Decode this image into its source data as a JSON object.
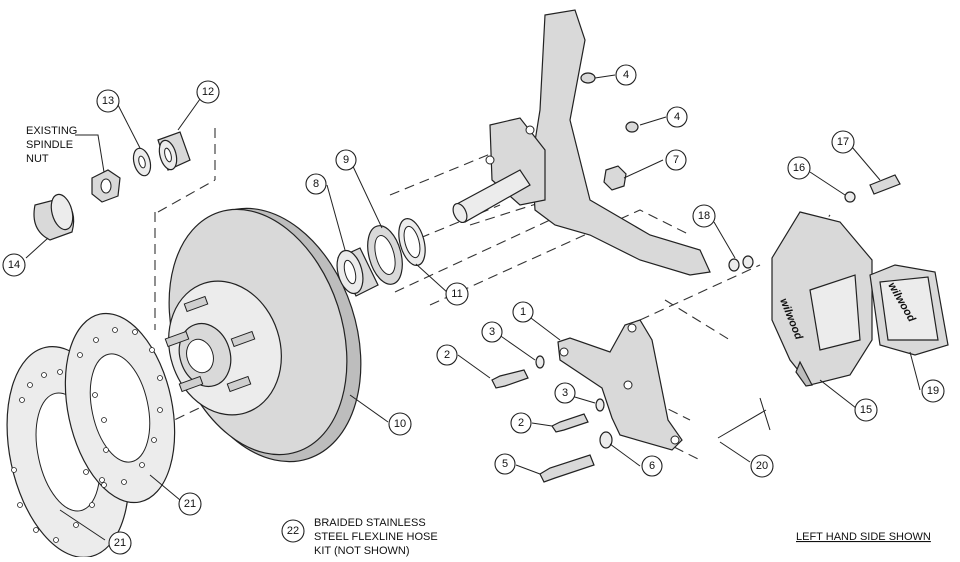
{
  "callouts": {
    "c1": "1",
    "c2a": "2",
    "c2b": "2",
    "c3a": "3",
    "c3b": "3",
    "c4a": "4",
    "c4b": "4",
    "c5": "5",
    "c6": "6",
    "c7": "7",
    "c8": "8",
    "c9": "9",
    "c10": "10",
    "c11": "11",
    "c12": "12",
    "c13": "13",
    "c14": "14",
    "c15": "15",
    "c16": "16",
    "c17": "17",
    "c18": "18",
    "c19": "19",
    "c20": "20",
    "c21a": "21",
    "c21b": "21",
    "c22": "22"
  },
  "notes": {
    "existing_line1": "EXISTING",
    "existing_line2": "SPINDLE",
    "existing_line3": "NUT",
    "hose_line1": "BRAIDED STAINLESS",
    "hose_line2": "STEEL FLEXLINE HOSE",
    "hose_line3": "KIT (NOT SHOWN)",
    "side_shown": "LEFT HAND SIDE SHOWN"
  },
  "caliper_brand": "wilwood",
  "pad_brand": "wilwood"
}
